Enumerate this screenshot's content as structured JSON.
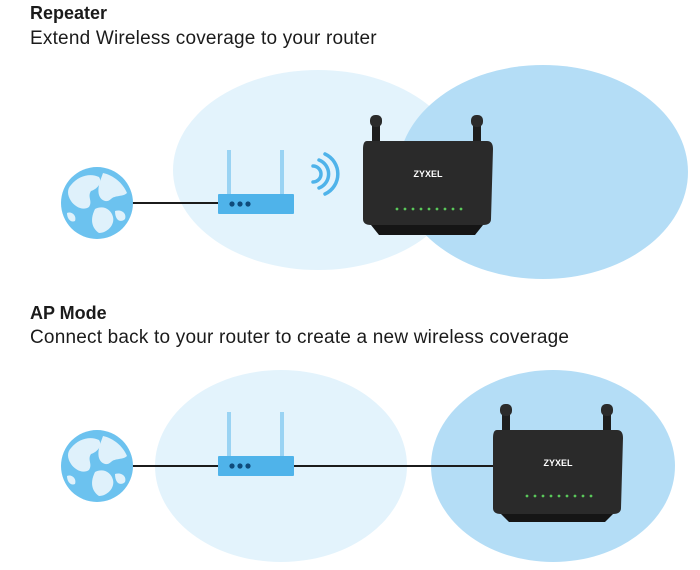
{
  "repeater": {
    "title": "Repeater",
    "subtitle": "Extend Wireless coverage to your router"
  },
  "ap_mode": {
    "title": "AP Mode",
    "subtitle": "Connect back to your router to create a new wireless coverage"
  },
  "router_brand": "ZYXEL",
  "colors": {
    "light_coverage": "#e3f3fc",
    "dark_coverage": "#b4ddf6",
    "device_blue": "#4fb3ea",
    "globe_blue": "#6cc2ef",
    "router_body": "#2a2a2a"
  },
  "icons": [
    "globe-icon",
    "extender-device-icon",
    "wifi-signal-icon",
    "zyxel-router-icon"
  ]
}
